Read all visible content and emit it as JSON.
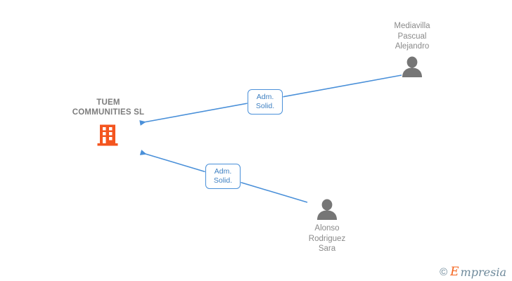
{
  "diagram": {
    "background_color": "#ffffff",
    "company": {
      "name": "TUEM\nCOMMUNITIES SL",
      "icon": "building-icon",
      "icon_color": "#f4551f",
      "text_color": "#7d7d7d"
    },
    "people": [
      {
        "id": "person-top",
        "name": "Mediavilla\nPascual\nAlejandro",
        "icon": "person-icon",
        "icon_color": "#767676",
        "text_color": "#8a8a8a"
      },
      {
        "id": "person-bottom",
        "name": "Alonso\nRodriguez\nSara",
        "icon": "person-icon",
        "icon_color": "#767676",
        "text_color": "#8a8a8a"
      }
    ],
    "relations": [
      {
        "id": "relation-top",
        "label": "Adm.\nSolid.",
        "from": "person-top",
        "to": "company",
        "line_color": "#4a90d9",
        "border_color": "#4a90d9",
        "text_color": "#3d7fc1"
      },
      {
        "id": "relation-bottom",
        "label": "Adm.\nSolid.",
        "from": "person-bottom",
        "to": "company",
        "line_color": "#4a90d9",
        "border_color": "#4a90d9",
        "text_color": "#3d7fc1"
      }
    ],
    "watermark": {
      "copyright": "©",
      "brand_initial": "E",
      "brand_rest": "mpresia",
      "initial_color": "#f4641e",
      "text_color": "#6f8a9b"
    }
  }
}
